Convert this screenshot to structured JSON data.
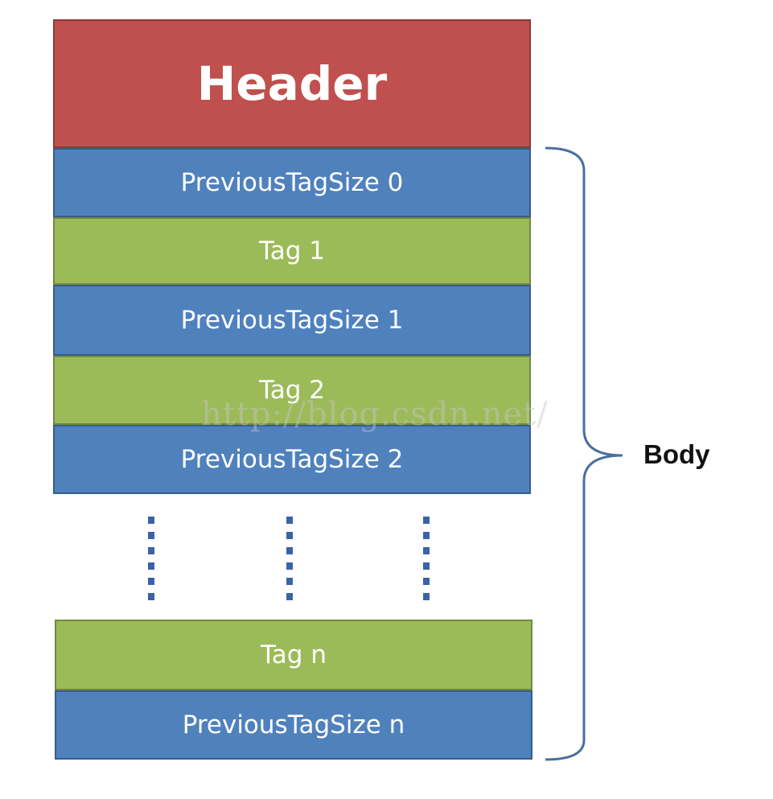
{
  "header": {
    "label": "Header"
  },
  "blocks": [
    {
      "label": "PreviousTagSize 0",
      "color": "#4f81bd"
    },
    {
      "label": "Tag 1",
      "color": "#9bbb59"
    },
    {
      "label": "PreviousTagSize 1",
      "color": "#4f81bd"
    },
    {
      "label": "Tag 2",
      "color": "#9bbb59"
    },
    {
      "label": "PreviousTagSize 2",
      "color": "#4f81bd"
    },
    {
      "label": "Tag n",
      "color": "#9bbb59"
    },
    {
      "label": "PreviousTagSize n",
      "color": "#4f81bd"
    }
  ],
  "body_label": "Body",
  "watermark": "http://blog.csdn.net/",
  "colors": {
    "header": "#c0504d",
    "previous_tag_size": "#4f81bd",
    "tag": "#9bbb59",
    "brace": "#4a6f9e"
  }
}
